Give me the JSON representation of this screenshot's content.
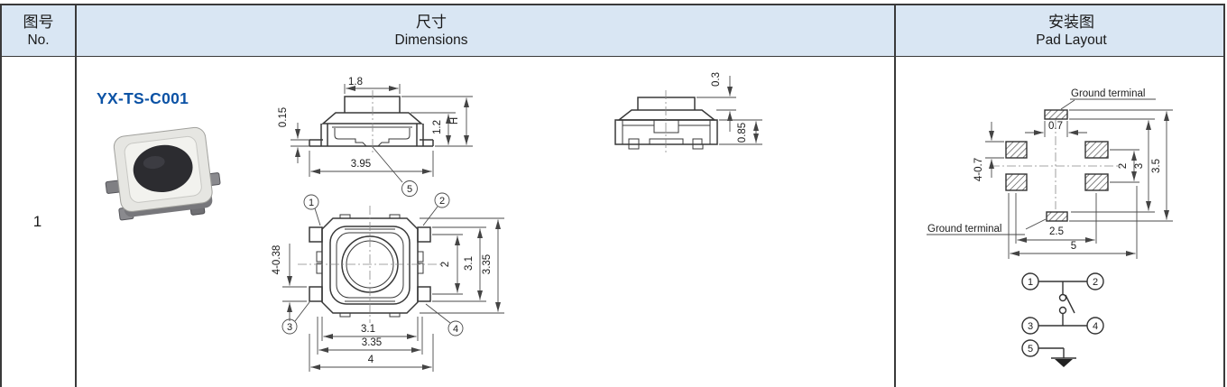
{
  "header": {
    "col_no": {
      "zh": "图号",
      "en": "No."
    },
    "col_dimensions": {
      "zh": "尺寸",
      "en": "Dimensions"
    },
    "col_pad_layout": {
      "zh": "安装图",
      "en": "Pad Layout"
    }
  },
  "row": {
    "no": "1",
    "part_number": "YX-TS-C001"
  },
  "drawings": {
    "front_view": {
      "button_width": "1.8",
      "terminal_thickness": "0.15",
      "body_height": "1.2",
      "total_height": "H",
      "base_width": "3.95",
      "callout_5": "5"
    },
    "top_view": {
      "terminal_1": "1",
      "terminal_2": "2",
      "terminal_3": "3",
      "terminal_4": "4",
      "terminal_size": "4-0.38",
      "right_dims": [
        "2",
        "3.1",
        "3.35"
      ],
      "bottom_dims": [
        "3.1",
        "3.35",
        "4"
      ]
    },
    "side_view": {
      "button_height": "0.3",
      "frame_height": "0.85"
    }
  },
  "pad_layout": {
    "ground_terminal_top": "Ground terminal",
    "ground_terminal_bottom": "Ground terminal",
    "ground_pad_width": "0.7",
    "pad_size": "4-0.7",
    "right_dims": [
      "2",
      "3",
      "3.5"
    ],
    "bottom_dims": [
      "2.5",
      "5"
    ]
  },
  "schematic": {
    "t1": "1",
    "t2": "2",
    "t3": "3",
    "t4": "4",
    "t5": "5"
  },
  "colors": {
    "header_bg": "#d9e6f3",
    "border": "#3a3a3a",
    "part_number": "#0b52a5",
    "drawing_line": "#383838"
  }
}
